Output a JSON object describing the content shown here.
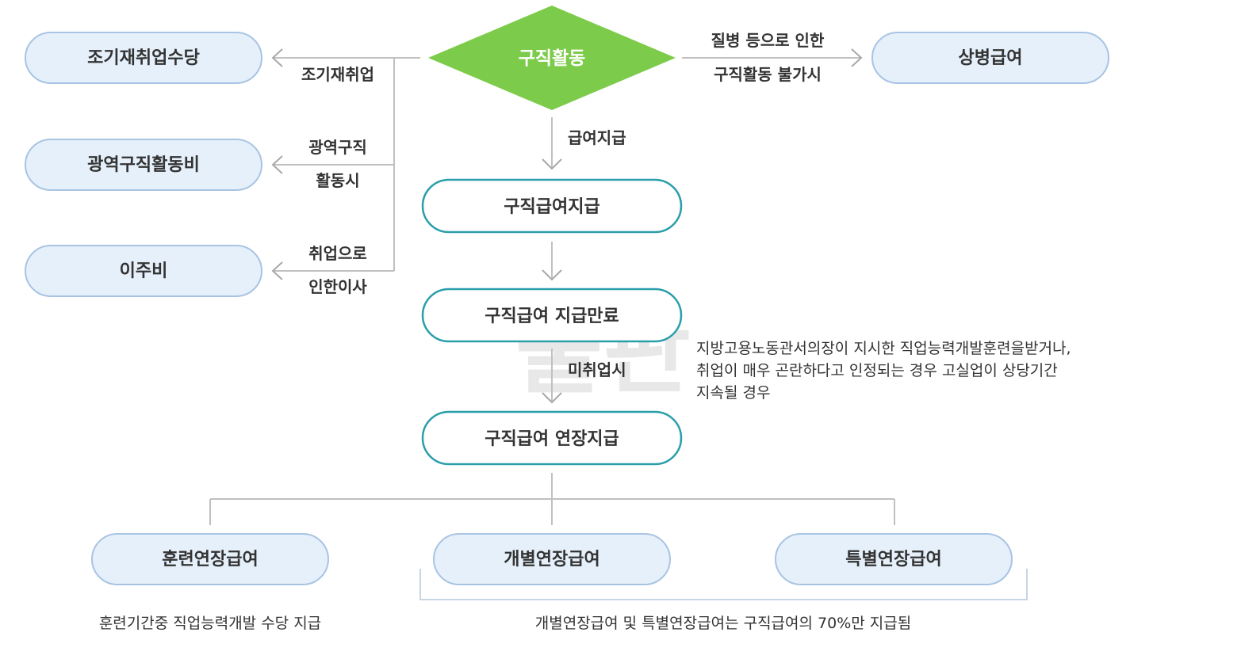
{
  "diagram": {
    "start": {
      "label": "구직활동",
      "color": "#7ccb4a"
    },
    "left_branches": [
      {
        "condition": [
          "조기재취업"
        ],
        "result": "조기재취업수당"
      },
      {
        "condition": [
          "광역구직",
          "활동시"
        ],
        "result": "광역구직활동비"
      },
      {
        "condition": [
          "취업으로",
          "인한이사"
        ],
        "result": "이주비"
      }
    ],
    "right_branch": {
      "condition": [
        "질병 등으로 인한",
        "구직활동 불가시"
      ],
      "result": "상병급여"
    },
    "main_flow": {
      "step1_condition": "급여지급",
      "step1": "구직급여지급",
      "step2": "구직급여 지급만료",
      "step3_condition": "미취업시",
      "step3_note": [
        "지방고용노동관서의장이 지시한 직업능력개발훈련을받거나,",
        "취업이 매우 곤란하다고 인정되는 경우 고실업이 상당기간",
        "지속될 경우"
      ],
      "step3": "구직급여 연장지급"
    },
    "extensions": [
      "훈련연장급여",
      "개별연장급여",
      "특별연장급여"
    ],
    "notes": {
      "training": "훈련기간중 직업능력개발 수당 지급",
      "individual_special": "개별연장급여 및 특별연장급여는 구직급여의 70%만 지급됨"
    },
    "watermark": "출판"
  }
}
